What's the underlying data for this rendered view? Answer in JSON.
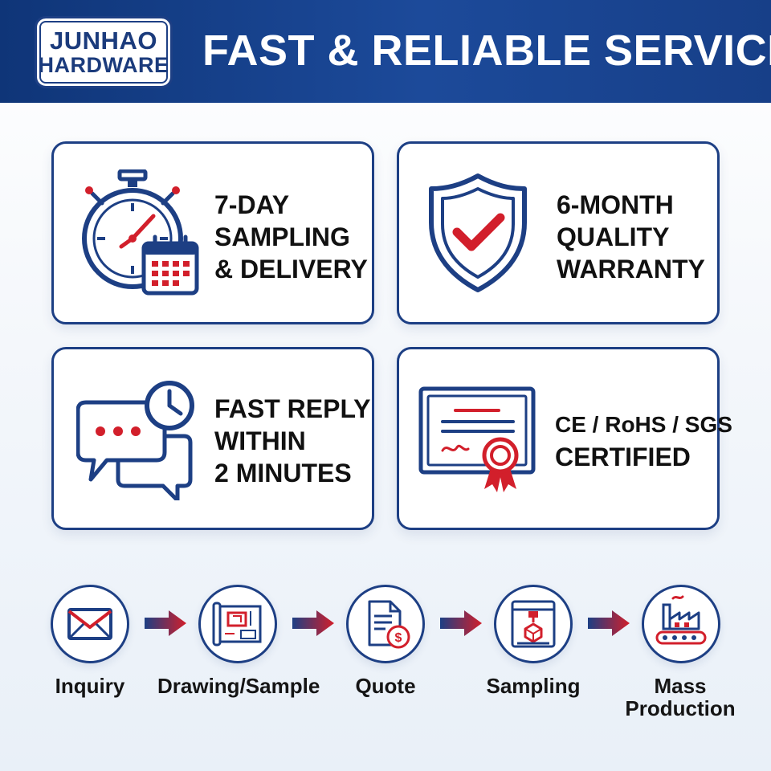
{
  "header": {
    "logo_line1": "JUNHAO",
    "logo_line2": "HARDWARE",
    "headline": "FAST & RELIABLE SERVICE"
  },
  "cards": [
    {
      "lines": [
        "7-DAY",
        "SAMPLING",
        "& DELIVERY"
      ],
      "icon": "stopwatch-calendar-icon"
    },
    {
      "lines": [
        "6-MONTH",
        "QUALITY",
        "WARRANTY"
      ],
      "icon": "shield-check-icon"
    },
    {
      "lines": [
        "FAST REPLY",
        "WITHIN",
        "2 MINUTES"
      ],
      "icon": "chat-clock-icon"
    },
    {
      "lines": [
        "CE / RoHS / SGS",
        "CERTIFIED"
      ],
      "icon": "certificate-ribbon-icon"
    }
  ],
  "process": [
    {
      "label": "Inquiry",
      "icon": "envelope-icon"
    },
    {
      "label": "Drawing/Sample",
      "icon": "blueprint-icon"
    },
    {
      "label": "Quote",
      "icon": "quote-document-icon"
    },
    {
      "label": "Sampling",
      "icon": "3d-printer-icon"
    },
    {
      "label_line1": "Mass",
      "label_line2": "Production",
      "icon": "factory-icon"
    }
  ],
  "colors": {
    "navy": "#1d3f84",
    "red": "#d21f2b",
    "header_start": "#0f3578",
    "header_end": "#173f88"
  }
}
